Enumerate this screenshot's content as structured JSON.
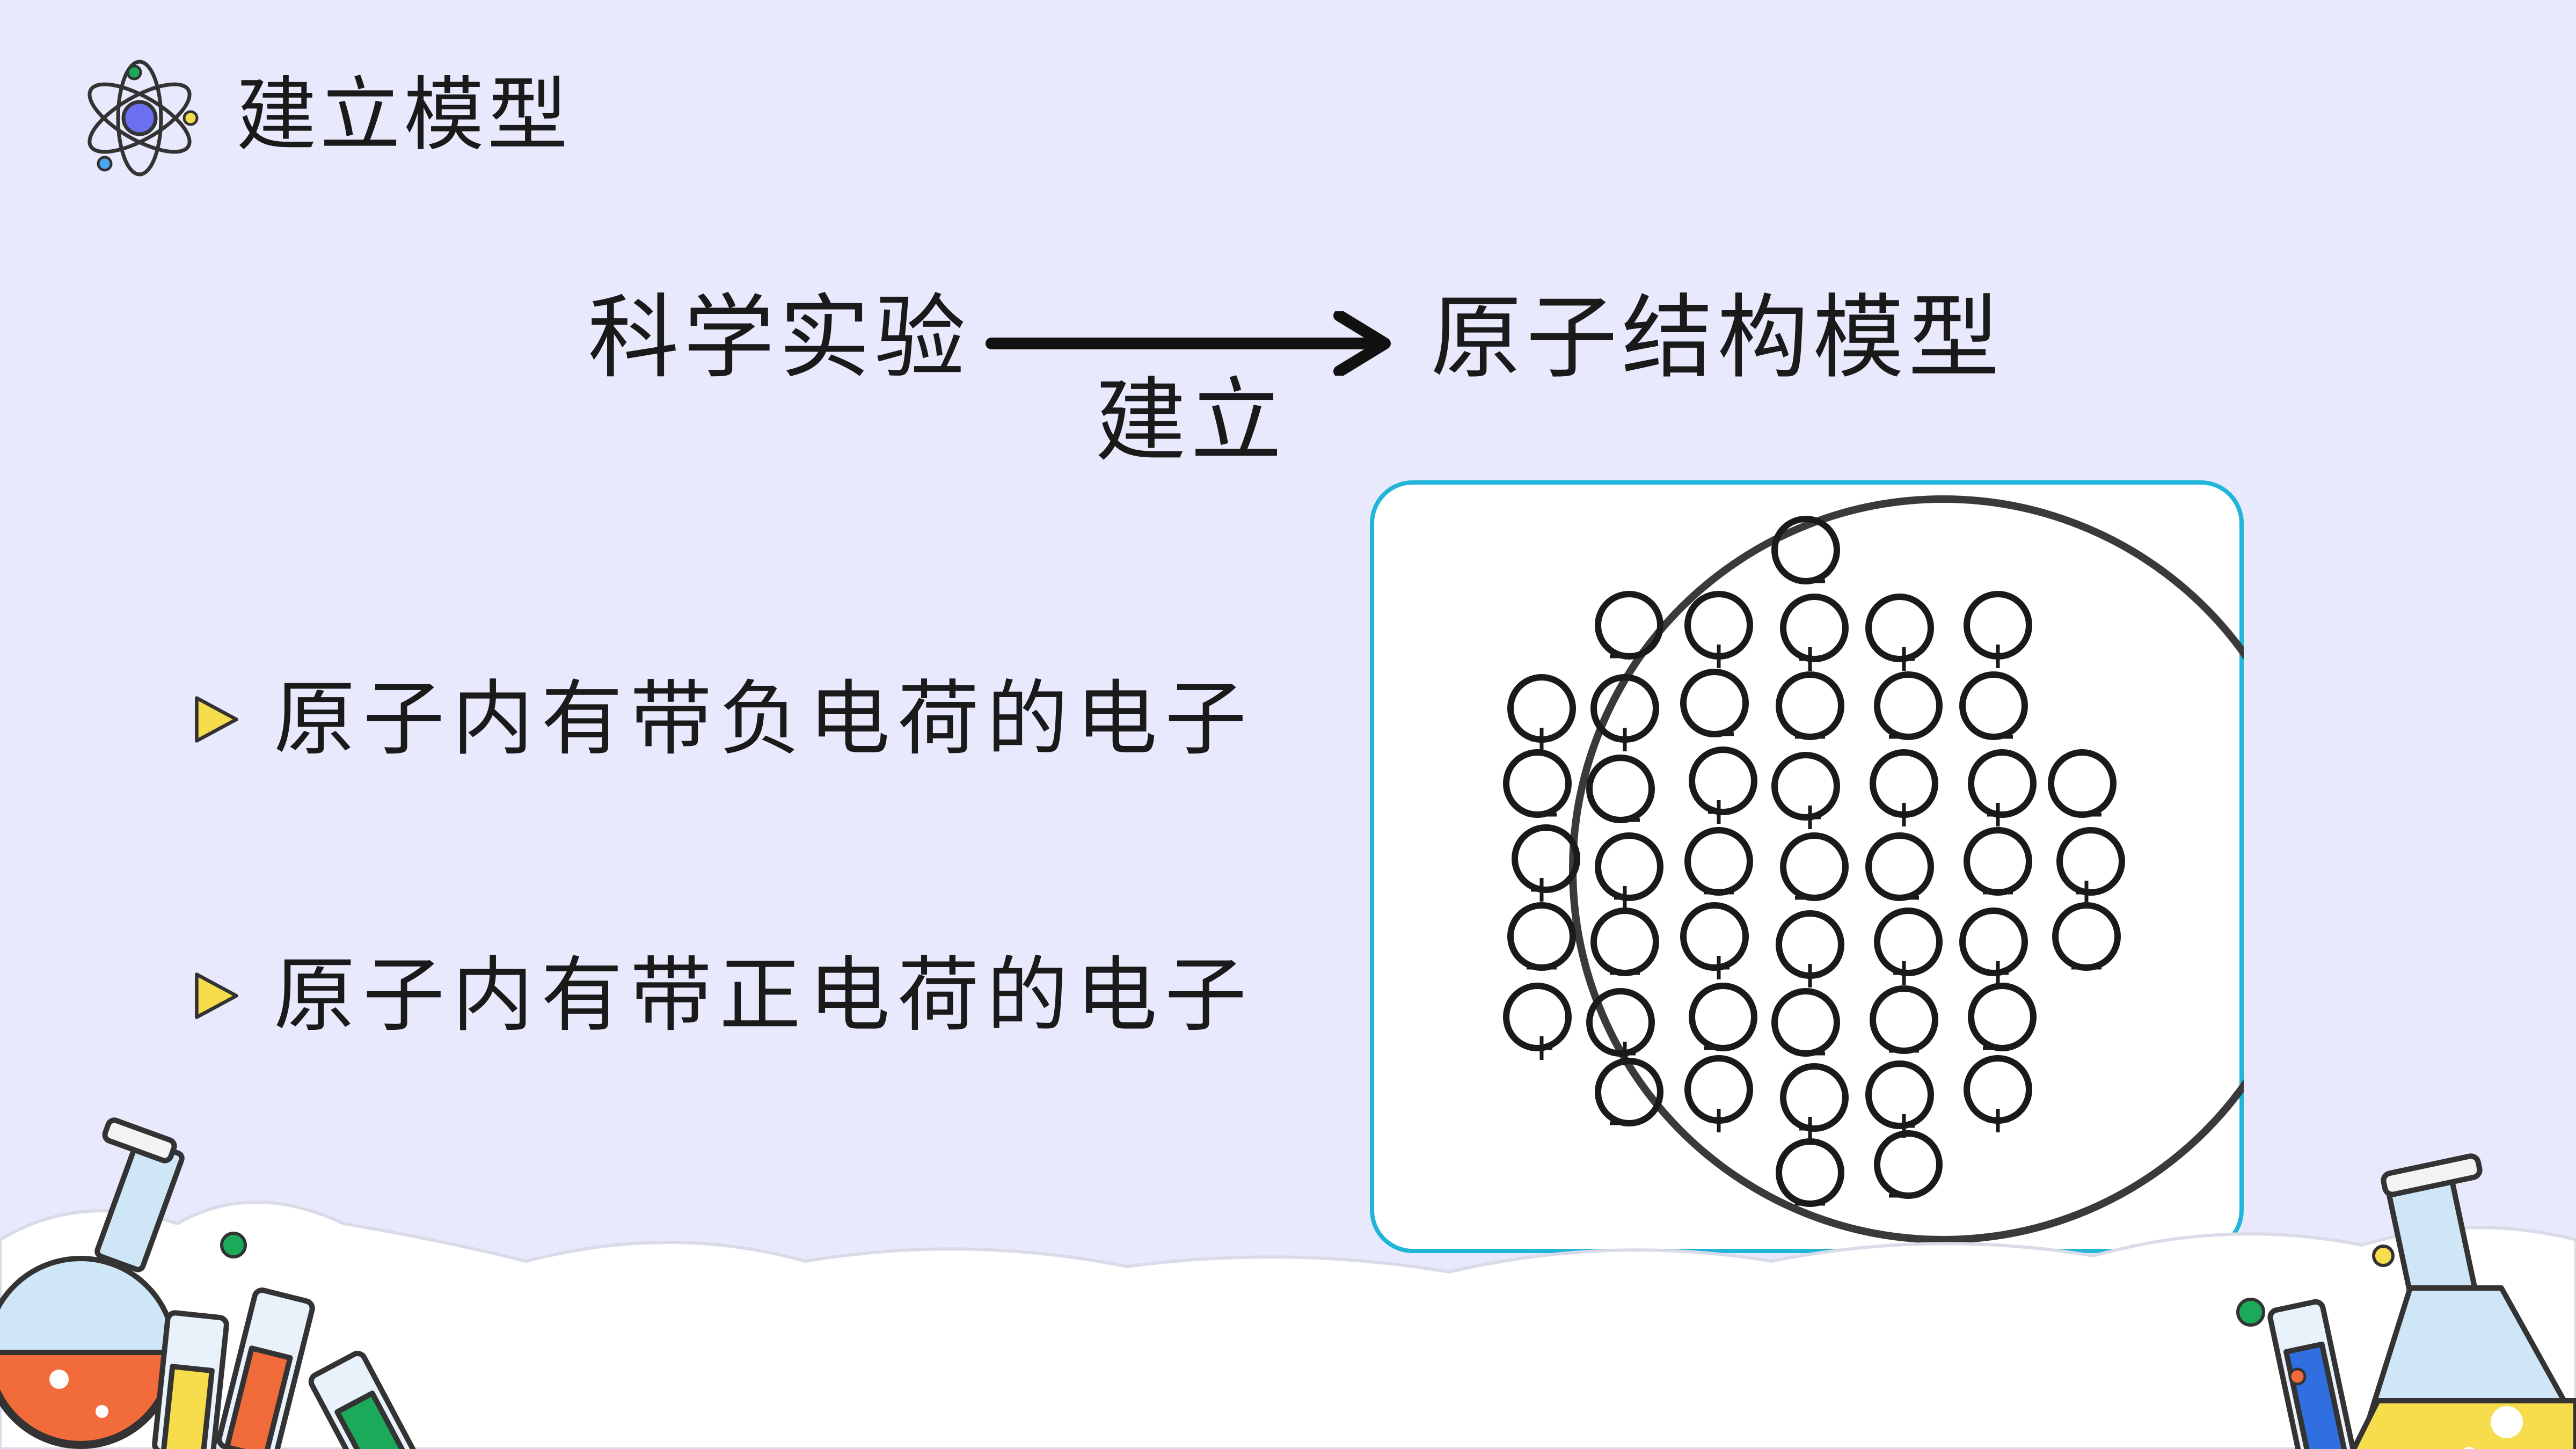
{
  "header": {
    "title": "建立模型",
    "logo_icon": "atom-icon"
  },
  "flow": {
    "from": "科学实验",
    "to": "原子结构模型",
    "arrow_label": "建立"
  },
  "bullets": [
    {
      "text": "原子内有带负电荷的电子",
      "icon": "triangle-bullet-icon"
    },
    {
      "text": "原子内有带正电荷的电子",
      "icon": "triangle-bullet-icon"
    }
  ],
  "model": {
    "border_color": "#21b5d8"
  },
  "colors": {
    "background": "#e8e9fd",
    "accent_yellow": "#f7dc4b",
    "accent_orange": "#f26b3a",
    "accent_blue": "#2f6fe0",
    "accent_green": "#1aaa5a"
  }
}
